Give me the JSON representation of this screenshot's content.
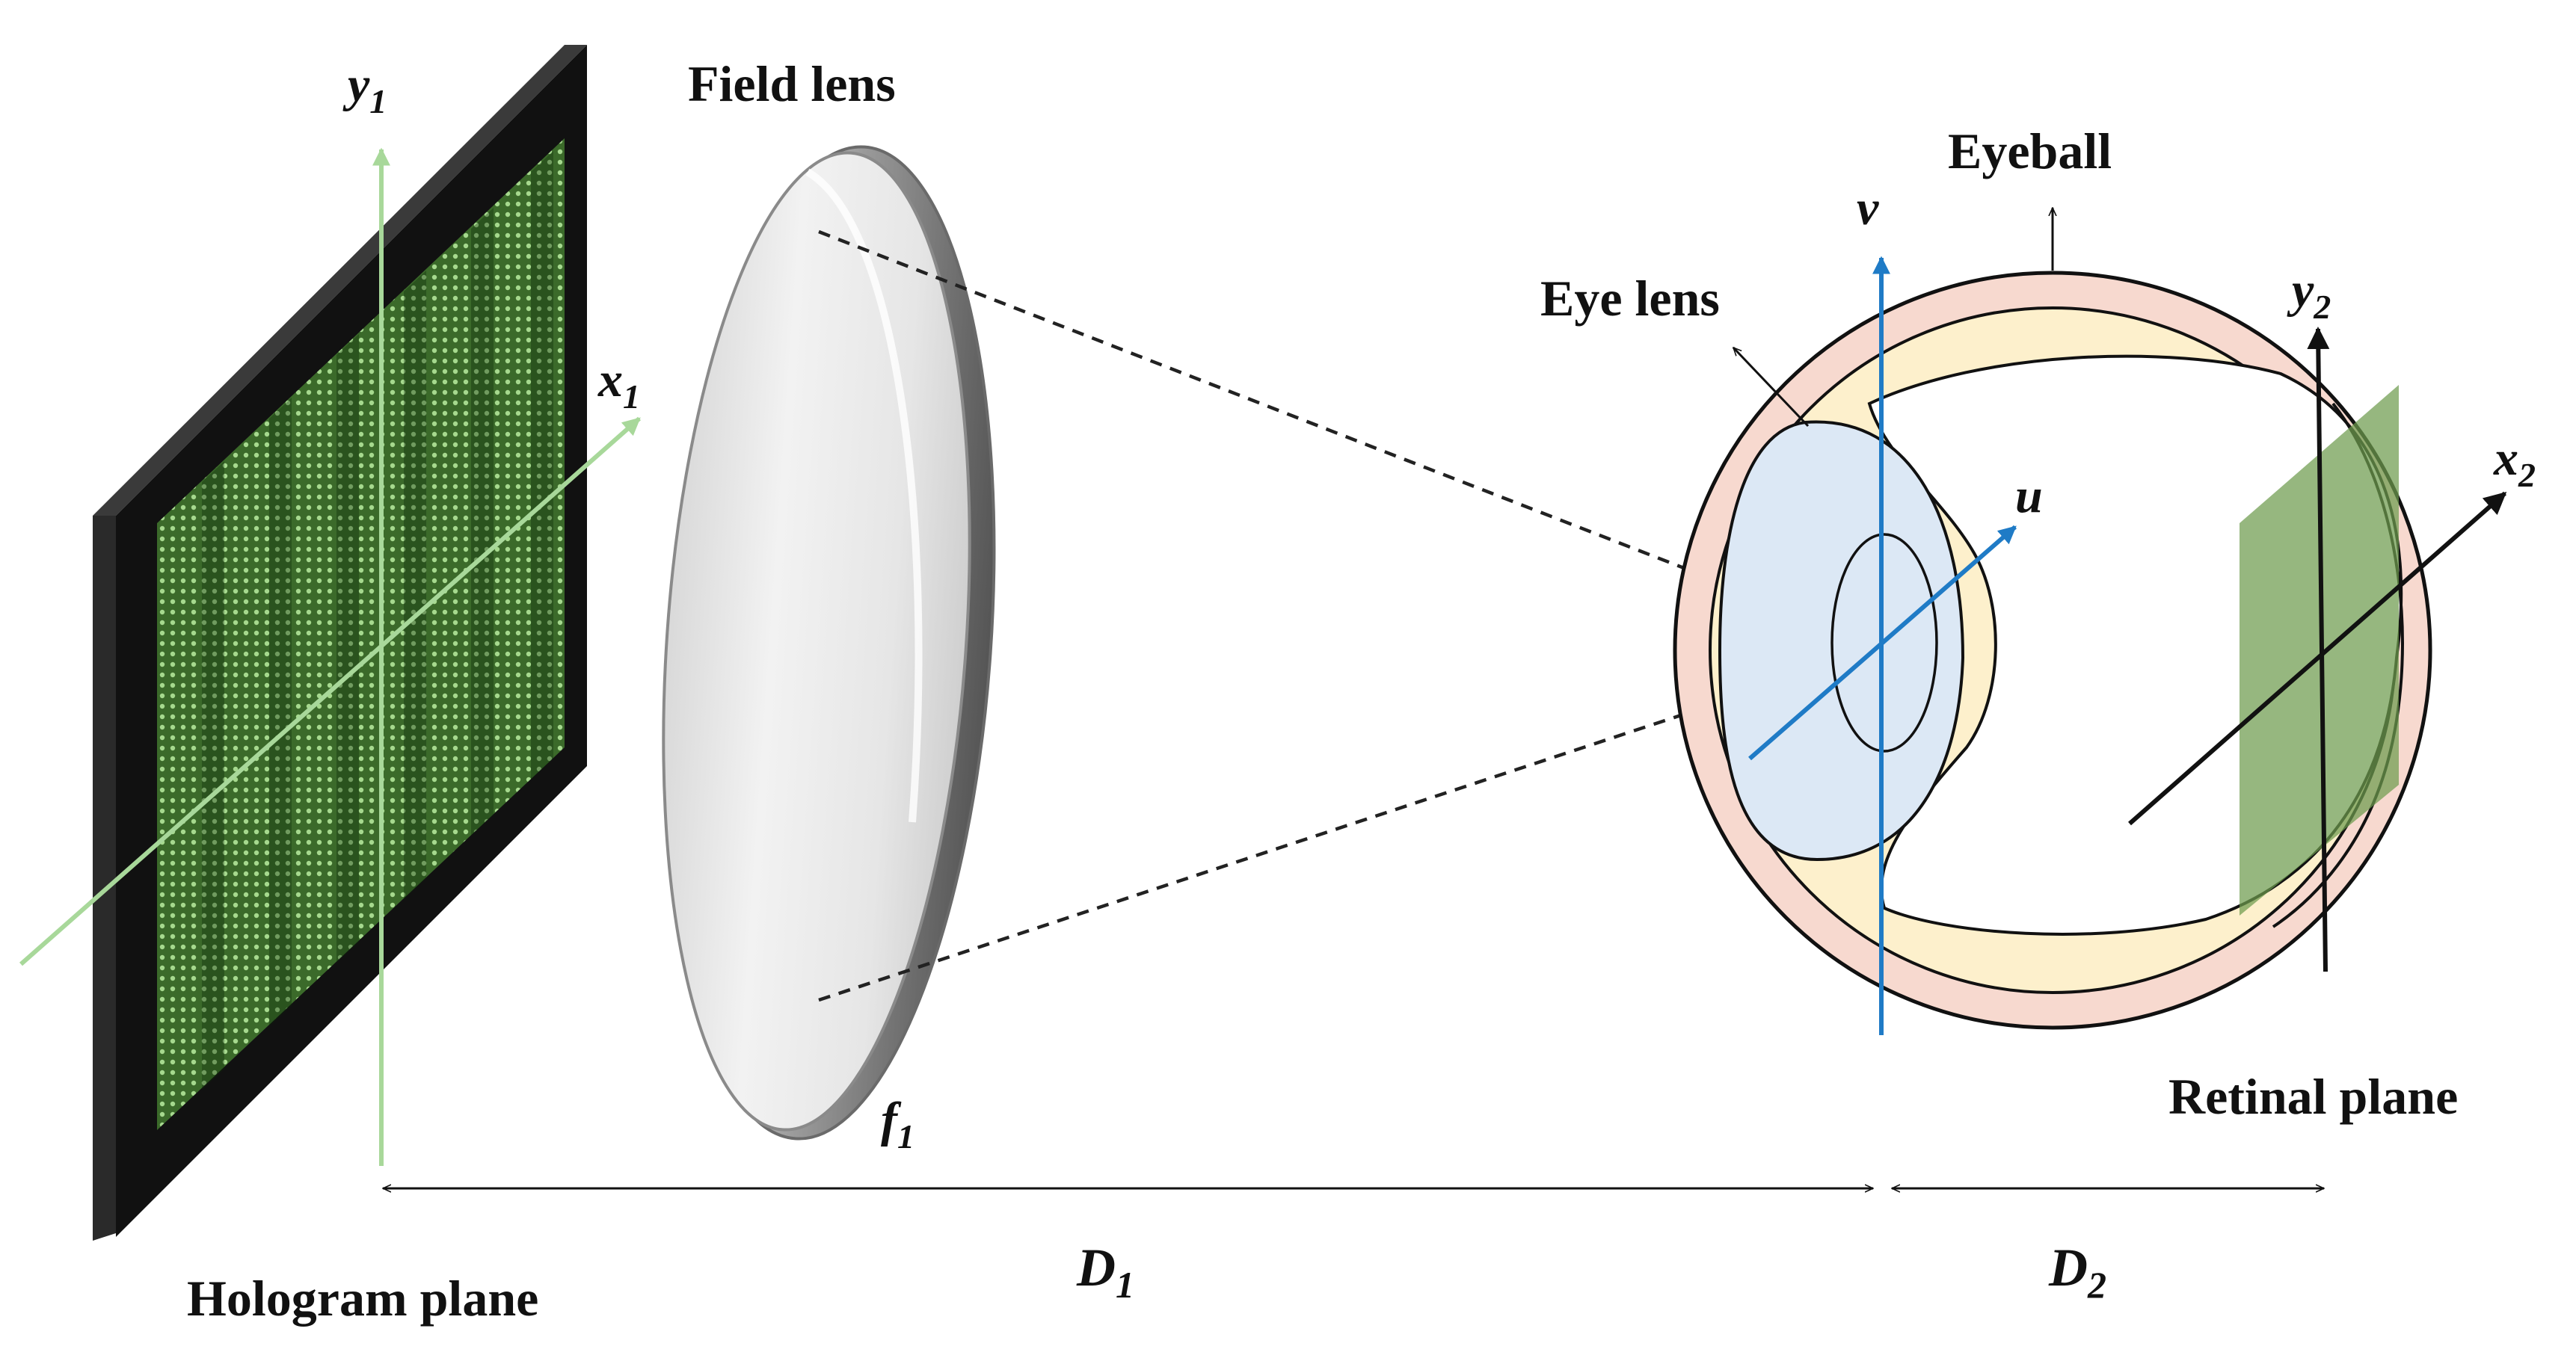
{
  "labels": {
    "field_lens": "Field lens",
    "eyeball": "Eyeball",
    "eye_lens": "Eye lens",
    "retinal_plane": "Retinal plane",
    "hologram_plane": "Hologram plane"
  },
  "axes": {
    "y1": {
      "sym": "y",
      "sub": "1"
    },
    "x1": {
      "sym": "x",
      "sub": "1"
    },
    "y2": {
      "sym": "y",
      "sub": "2"
    },
    "x2": {
      "sym": "x",
      "sub": "2"
    },
    "u": {
      "sym": "u"
    },
    "v": {
      "sym": "v"
    }
  },
  "lens_focal": {
    "sym": "f",
    "sub": "1"
  },
  "distances": {
    "d1": {
      "sym": "D",
      "sub": "1"
    },
    "d2": {
      "sym": "D",
      "sub": "2"
    }
  },
  "colors": {
    "hologram_frame": "#111111",
    "hologram_pattern": "#3f6e2e",
    "hologram_axes": "#a8d89a",
    "eye_axes": "#1f7bc6",
    "eyeball_outer": "#f7d9cf",
    "vitreous_rim": "#fdf0cc",
    "eye_lens_fill": "#dce8f5",
    "retinal_plane": "#6e9b4e"
  }
}
